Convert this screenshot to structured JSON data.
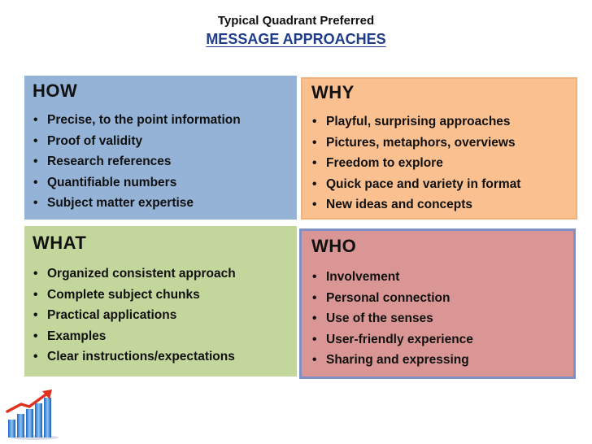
{
  "header": {
    "subtitle": "Typical Quadrant Preferred",
    "title": "MESSAGE APPROACHES"
  },
  "quadrants": {
    "how": {
      "heading": "HOW",
      "color": "#95b3d7",
      "items": [
        "Precise, to the point information",
        "Proof of validity",
        "Research references",
        "Quantifiable numbers",
        "Subject matter expertise"
      ]
    },
    "why": {
      "heading": "WHY",
      "color": "#fac090",
      "items": [
        "Playful, surprising approaches",
        "Pictures, metaphors, overviews",
        "Freedom to explore",
        "Quick pace and variety in format",
        "New ideas and concepts"
      ]
    },
    "what": {
      "heading": "WHAT",
      "color": "#c3d69b",
      "items": [
        "Organized consistent approach",
        "Complete subject chunks",
        "Practical applications",
        "Examples",
        "Clear instructions/expectations"
      ]
    },
    "who": {
      "heading": "WHO",
      "color": "#d99694",
      "items": [
        "Involvement",
        "Personal connection",
        "Use of the senses",
        "User-friendly experience",
        "Sharing and expressing"
      ]
    }
  },
  "bullet": "•",
  "logo_icon": "bar-chart-growth-icon"
}
